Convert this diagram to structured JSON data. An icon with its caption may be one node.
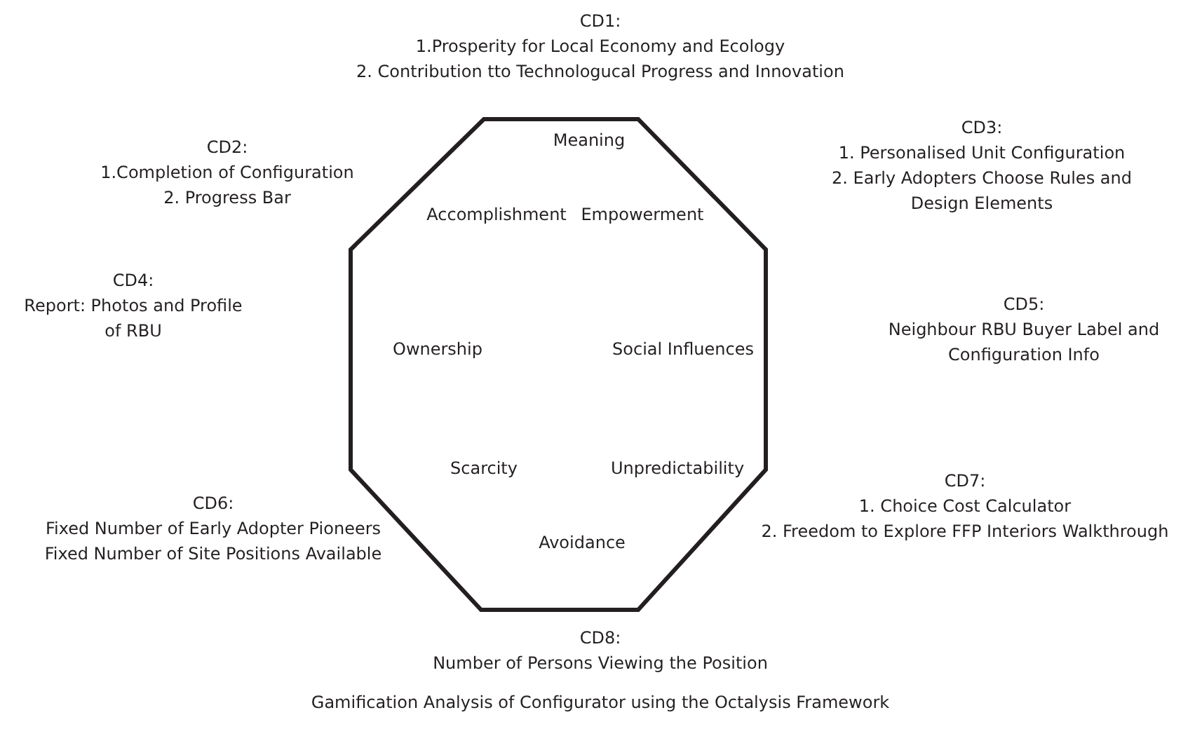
{
  "diagram": {
    "caption": "Gamification Analysis of Configurator using the Octalysis Framework",
    "labels": [
      "CD1:",
      "1.Prosperity for Local Economy and Ecology",
      "2. Contribution tto Technologucal Progress and Innovation",
      "CD2:",
      "1.Completion of Configuration",
      "2. Progress Bar",
      "CD3:",
      "1. Personalised Unit Configuration",
      "2. Early Adopters Choose Rules and Design Elements",
      "Meaning",
      "Accomplishment",
      "Empowerment",
      "CD4:",
      "Report: Photos and Profile of RBU",
      "Ownership",
      "Social Influences",
      "CD5:",
      "Neighbour RBU Buyer Label and Configuration Info",
      "Scarcity",
      "Unpredictability",
      "CD6:",
      "Fixed Number of Early Adopter Pioneers",
      "Fixed Number of Site Positions Available",
      "CD7:",
      "1. Choice Cost Calculator",
      "2. Freedom to Explore FFP Interiors Walkthrough",
      "Avoidance",
      "CD8:",
      "Number of Persons Viewing the Position"
    ]
  }
}
